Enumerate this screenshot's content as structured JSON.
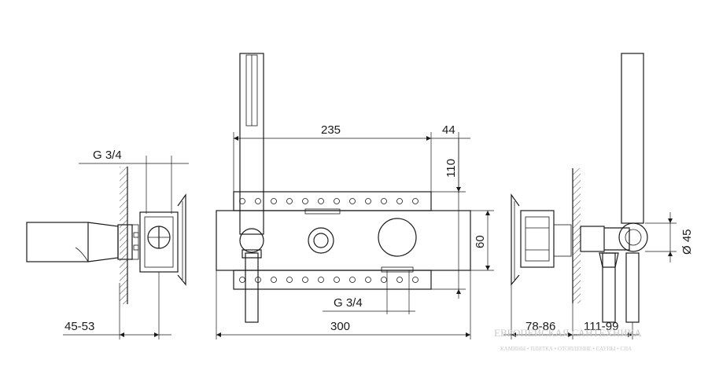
{
  "dimensions": {
    "left_thread": "G 3/4",
    "left_depth": "45-53",
    "front_width_top": "235",
    "front_offset": "44",
    "front_height_top": "110",
    "front_plate_height": "60",
    "front_thread": "G 3/4",
    "front_width_total": "300",
    "right_depth": "78-86",
    "right_outlet": "111-99",
    "right_diameter": "Ø 45"
  },
  "watermark": {
    "brand": "ЕВРОПЕЙСКАЯ САНТЕХНИКА",
    "tagline": "КАМИНЫ • ПЛИТКА • ОТОПЛЕНИЕ • САУНЫ • СПА"
  }
}
